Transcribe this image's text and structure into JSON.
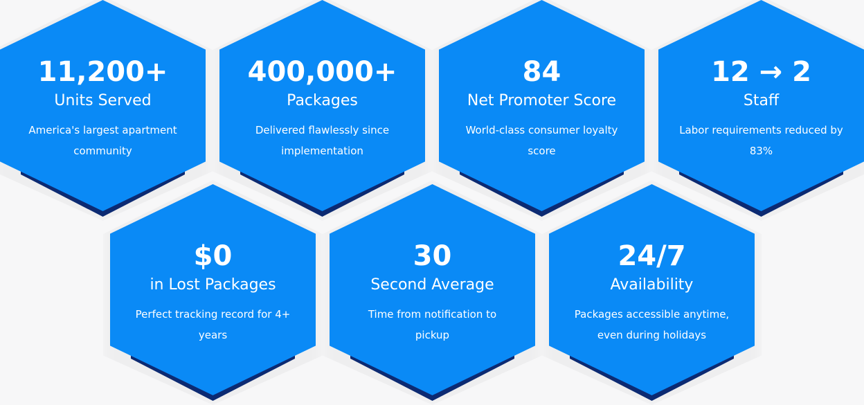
{
  "stats": [
    {
      "value": "11,200+",
      "title": "Units Served",
      "description": "America's largest apartment community"
    },
    {
      "value": "400,000+",
      "title": "Packages",
      "description": "Delivered flawlessly since implementation"
    },
    {
      "value": "84",
      "title": "Net Promoter Score",
      "description": "World-class consumer loyalty score"
    },
    {
      "value": "12 → 2",
      "title": "Staff",
      "description": "Labor requirements reduced by 83%"
    },
    {
      "value": "$0",
      "title": "in Lost Packages",
      "description": "Perfect tracking record for 4+ years"
    },
    {
      "value": "30",
      "title": "Second Average",
      "description": "Time from notification to pickup"
    },
    {
      "value": "24/7",
      "title": "Availability",
      "description": "Packages accessible anytime, even during holidays"
    }
  ],
  "colors": {
    "hex": "#0a8af6",
    "shadow": "#0c2a72",
    "background": "#f7f7f8"
  }
}
